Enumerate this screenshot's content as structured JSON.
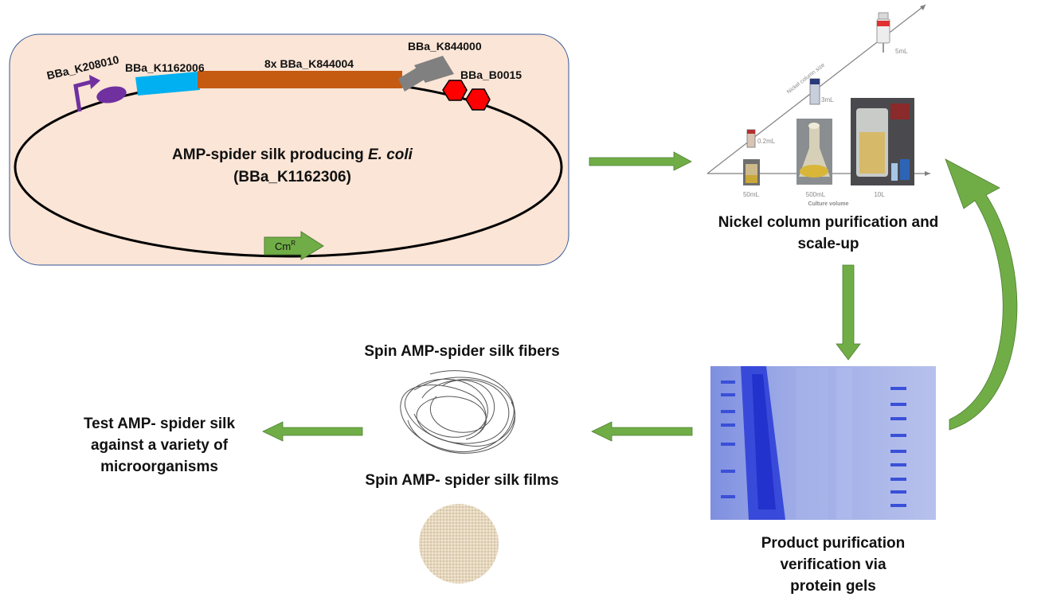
{
  "plasmid": {
    "title": "AMP-spider silk producing",
    "title_italic": "E. coli",
    "subtitle": "(BBa_K1162306)",
    "part_promoter": "BBa_K208010",
    "part_tag": "BBa_K1162006",
    "part_repeat": "8x BBa_K844004",
    "part_cterm": "BBa_K844000",
    "part_terminator": "BBa_B0015",
    "resistance": "Cm",
    "resistance_sup": "R"
  },
  "scaleup": {
    "axis_y_label": "Nickel column size",
    "axis_x_label": "Culture volume",
    "column_sizes": [
      "5mL",
      "3mL",
      "0.2mL"
    ],
    "culture_volumes": [
      "50mL",
      "500mL",
      "10L"
    ],
    "caption_line1": "Nickel column purification and",
    "caption_line2": "scale-up"
  },
  "gel": {
    "caption_line1": "Product purification",
    "caption_line2": "verification via",
    "caption_line3": "protein gels"
  },
  "products": {
    "fibers_label": "Spin AMP-spider silk fibers",
    "films_label": "Spin AMP- spider silk films"
  },
  "test": {
    "caption_line1": "Test AMP- spider silk",
    "caption_line2": "against a variety of",
    "caption_line3": "microorganisms"
  },
  "colors": {
    "arrow_green": "#70AD47",
    "panel_fill": "#FBE5D6",
    "repeat_brown": "#C55A11",
    "tag_blue": "#00B0F0",
    "promoter_purple": "#7030A0",
    "terminator_red": "#FF0000",
    "gel_blue": "#3F51D8"
  }
}
